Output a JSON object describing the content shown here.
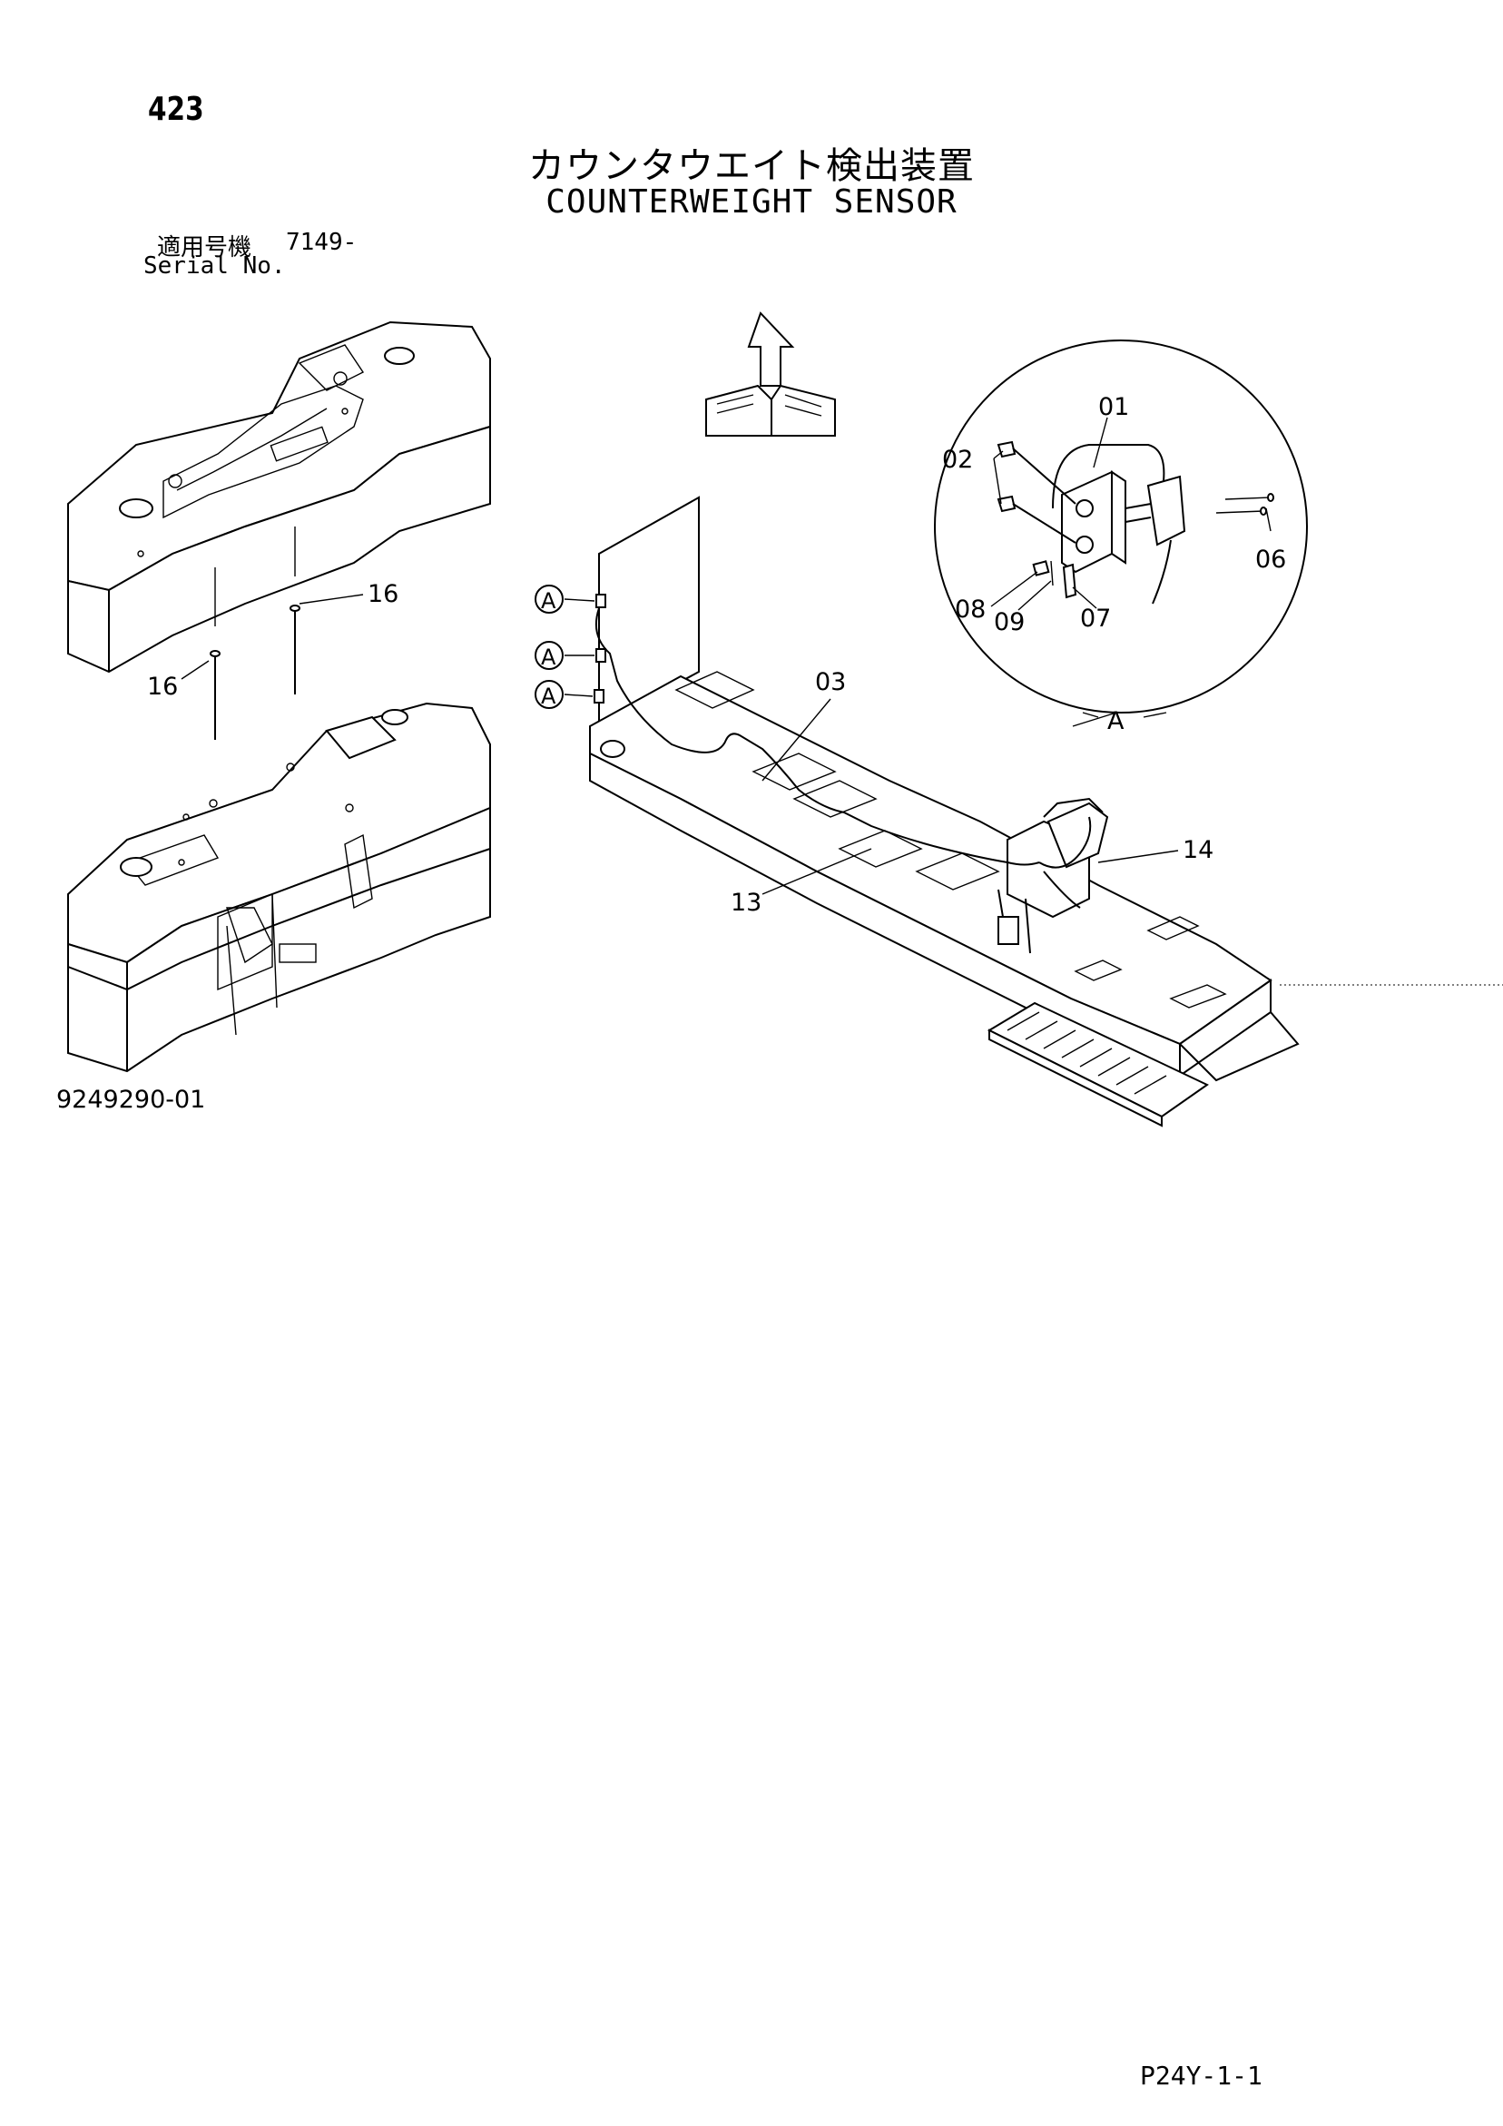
{
  "header": {
    "page_number": "423",
    "title_jp": "カウンタウエイト検出装置",
    "title_en": "COUNTERWEIGHT SENSOR",
    "serial_label_jp": "適用号機",
    "serial_value": "7149-",
    "serial_label_en": "Serial No."
  },
  "callouts": {
    "c01": "01",
    "c02": "02",
    "c03": "03",
    "c06": "06",
    "c07": "07",
    "c08": "08",
    "c09": "09",
    "c13": "13",
    "c14": "14",
    "c16a": "16",
    "c16b": "16",
    "detail_a": "A",
    "ref_a1": "A",
    "ref_a2": "A",
    "ref_a3": "A"
  },
  "footer": {
    "drawing_number": "9249290-01",
    "page_code": "P24Y-1-1"
  }
}
